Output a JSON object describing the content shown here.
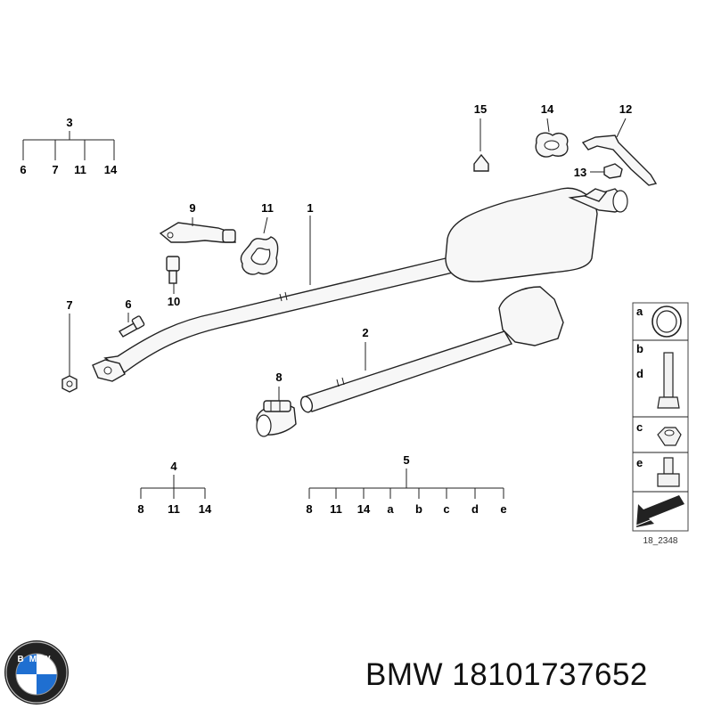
{
  "callouts": {
    "c1": "1",
    "c2": "2",
    "c3": "3",
    "c4": "4",
    "c5": "5",
    "c6": "6",
    "c7": "7",
    "c8": "8",
    "c9": "9",
    "c10": "10",
    "c11": "11",
    "c12": "12",
    "c13": "13",
    "c14": "14",
    "c15": "15",
    "c11b": "11",
    "c14b": "14"
  },
  "group3": [
    "6",
    "7",
    "11",
    "14"
  ],
  "group4": [
    "8",
    "11",
    "14"
  ],
  "group5": [
    "8",
    "11",
    "14",
    "a",
    "b",
    "c",
    "d",
    "e"
  ],
  "legend": {
    "a": "a",
    "b": "b",
    "d": "d",
    "c": "c",
    "e": "e"
  },
  "diagram_code": "18_2348",
  "brand": {
    "text": "BMW",
    "logo_letters": "BMW"
  },
  "part_number": "18101737652",
  "bottom_caption": "BMW 18101737652"
}
